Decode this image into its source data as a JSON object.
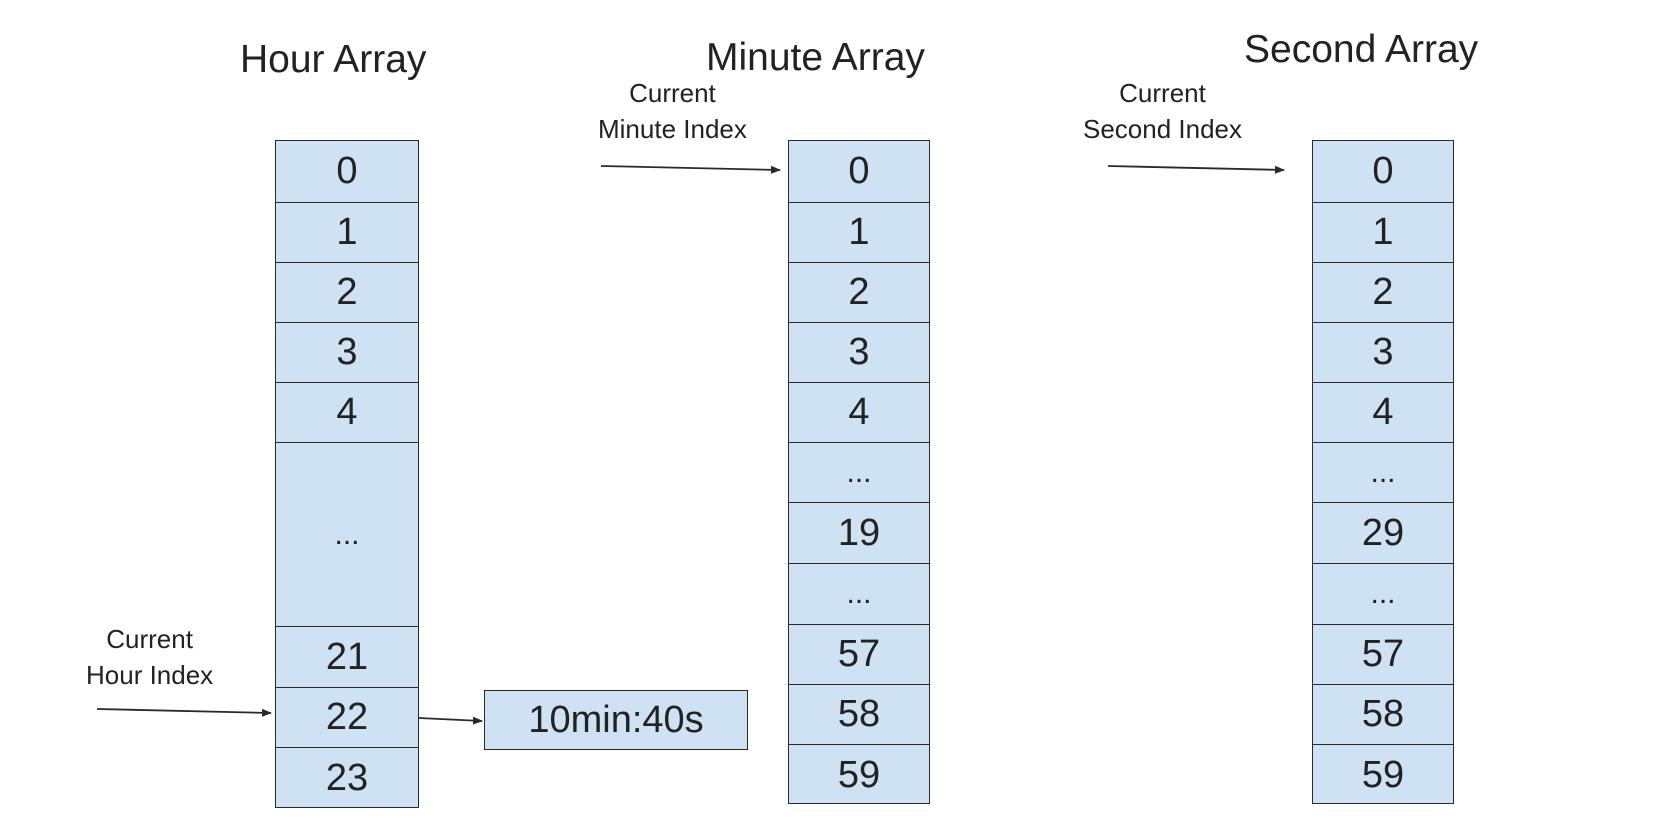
{
  "hour_array": {
    "title": "Hour Array",
    "pointer_label_line1": "Current",
    "pointer_label_line2": "Hour Index",
    "cells": [
      "0",
      "1",
      "2",
      "3",
      "4",
      "...",
      "21",
      "22",
      "23"
    ]
  },
  "minute_array": {
    "title": "Minute Array",
    "pointer_label_line1": "Current",
    "pointer_label_line2": "Minute Index",
    "cells": [
      "0",
      "1",
      "2",
      "3",
      "4",
      "...",
      "19",
      "...",
      "57",
      "58",
      "59"
    ]
  },
  "second_array": {
    "title": "Second Array",
    "pointer_label_line1": "Current",
    "pointer_label_line2": "Second Index",
    "cells": [
      "0",
      "1",
      "2",
      "3",
      "4",
      "...",
      "29",
      "...",
      "57",
      "58",
      "59"
    ]
  },
  "remaining_time_box": {
    "text": "10min:40s"
  },
  "colors": {
    "cell_fill": "#cfe2f3",
    "border": "#2a2a2a",
    "text": "#222222"
  }
}
